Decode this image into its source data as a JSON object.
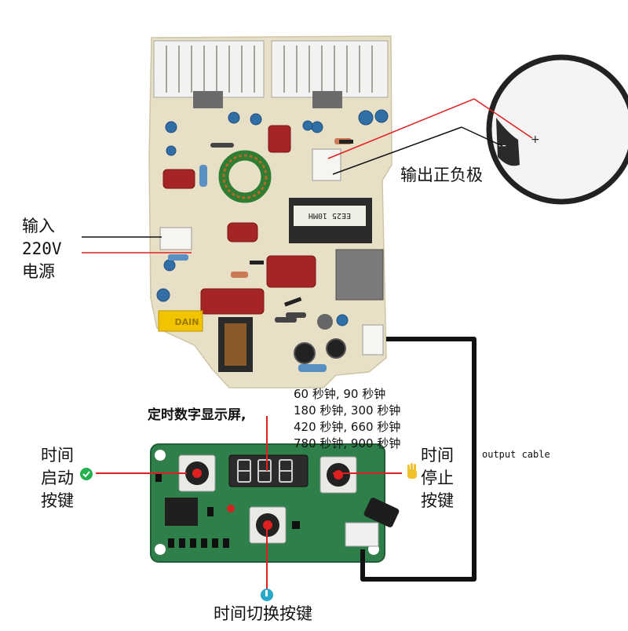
{
  "input_label": {
    "line1": "输入",
    "line2": "220V",
    "line3": "电源"
  },
  "output_electrode_label": "输出正负极",
  "electrode_signs": {
    "positive": "+",
    "negative": "−"
  },
  "display_label": "定时数字显示屏,",
  "time_options": [
    "60  秒钟, 90 秒钟",
    "180 秒钟, 300 秒钟",
    "420 秒钟, 660 秒钟",
    "780 秒钟, 900 秒钟"
  ],
  "start_label": {
    "line1": "时间",
    "line2": "启动",
    "line3": "按键"
  },
  "stop_label": {
    "line1": "时间",
    "line2": "停止",
    "line3": "按键"
  },
  "switch_label": "时间切换按键",
  "cable_label": "output cable",
  "board_text": {
    "transformer": "EE25 10MH",
    "brand": "DAIN"
  },
  "colors": {
    "pcb_main": "#e9e1c8",
    "pcb_display": "#2f7f4a",
    "line_red": "#e02020",
    "accent_green": "#22b14c"
  }
}
